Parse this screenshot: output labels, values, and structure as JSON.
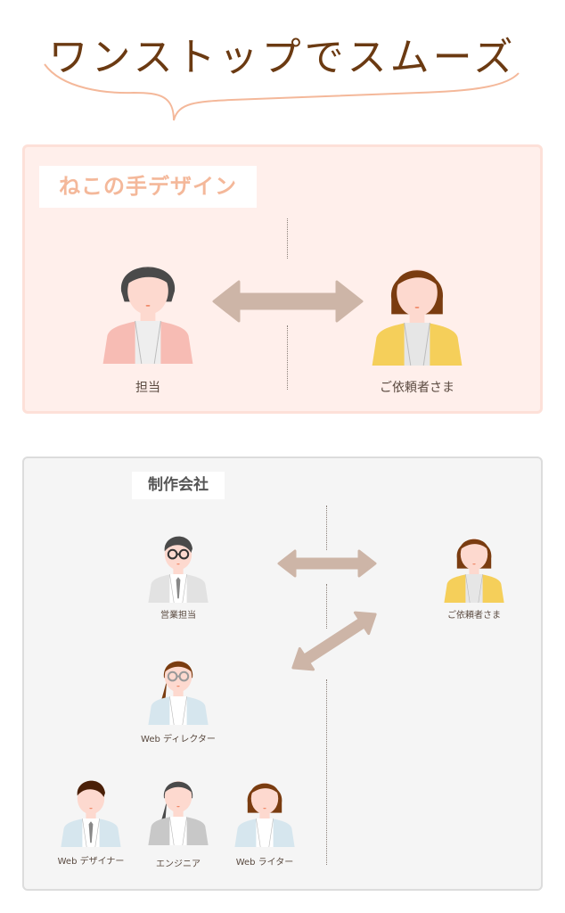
{
  "title": "ワンストップでスムーズ",
  "colors": {
    "title": "#6b3a12",
    "bubble": "#f4b89a",
    "arrow": "#cdb5a7",
    "skin": "#fdd9cf"
  },
  "top_panel": {
    "tag": "ねこの手デザイン",
    "left_person": {
      "label": "担当",
      "hair": "#4a4a4a",
      "jacket": "#f7bcb4",
      "shirt": "#eeeeee",
      "style": "short"
    },
    "right_person": {
      "label": "ご依頼者さま",
      "hair": "#7a3c10",
      "jacket": "#f5cf5a",
      "shirt": "#e6e6e6",
      "style": "bob"
    }
  },
  "bottom_panel": {
    "tag": "制作会社",
    "sales": {
      "label": "営業担当",
      "hair": "#4a4a4a",
      "jacket": "#e2e2e2",
      "shirt": "#ffffff",
      "style": "man",
      "glasses": true
    },
    "client": {
      "label": "ご依頼者さま",
      "hair": "#7a3c10",
      "jacket": "#f5cf5a",
      "shirt": "#e6e6e6",
      "style": "bob"
    },
    "director": {
      "label": "Web ディレクター",
      "hair": "#7a3c10",
      "jacket": "#d6e6ee",
      "shirt": "#ffffff",
      "style": "pony",
      "glasses": true
    },
    "designer": {
      "label": "Web デザイナー",
      "hair": "#4a2008",
      "jacket": "#d6e6ee",
      "shirt": "#ffffff",
      "style": "man"
    },
    "engineer": {
      "label": "エンジニア",
      "hair": "#4a4a4a",
      "jacket": "#c8c8c8",
      "shirt": "#ffffff",
      "style": "pony"
    },
    "writer": {
      "label": "Web ライター",
      "hair": "#7a3c10",
      "jacket": "#d6e6ee",
      "shirt": "#ffffff",
      "style": "bob"
    }
  }
}
